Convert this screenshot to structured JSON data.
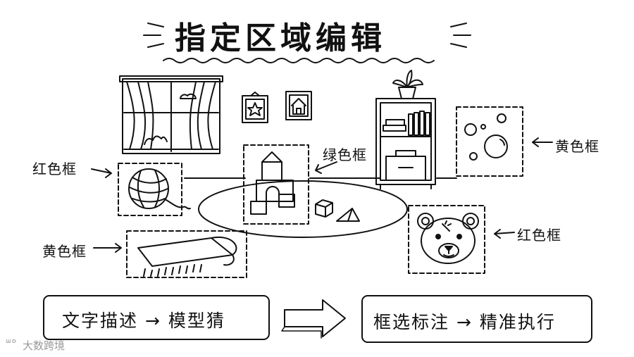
{
  "title": "指定区域编辑",
  "labels": {
    "red_box_left": "红色框",
    "green_box": "绿色框",
    "yellow_box_right": "黄色框",
    "yellow_box_left": "黄色框",
    "red_box_right": "红色框"
  },
  "bottom": {
    "left_text": "文字描述 → 模型猜",
    "right_text": "框选标注 → 精准执行"
  },
  "watermark": {
    "icon": "ghost-logo-icon",
    "text": "大数跨境"
  },
  "colors": {
    "ink": "#111111",
    "watermark": "#9a9a9a"
  }
}
